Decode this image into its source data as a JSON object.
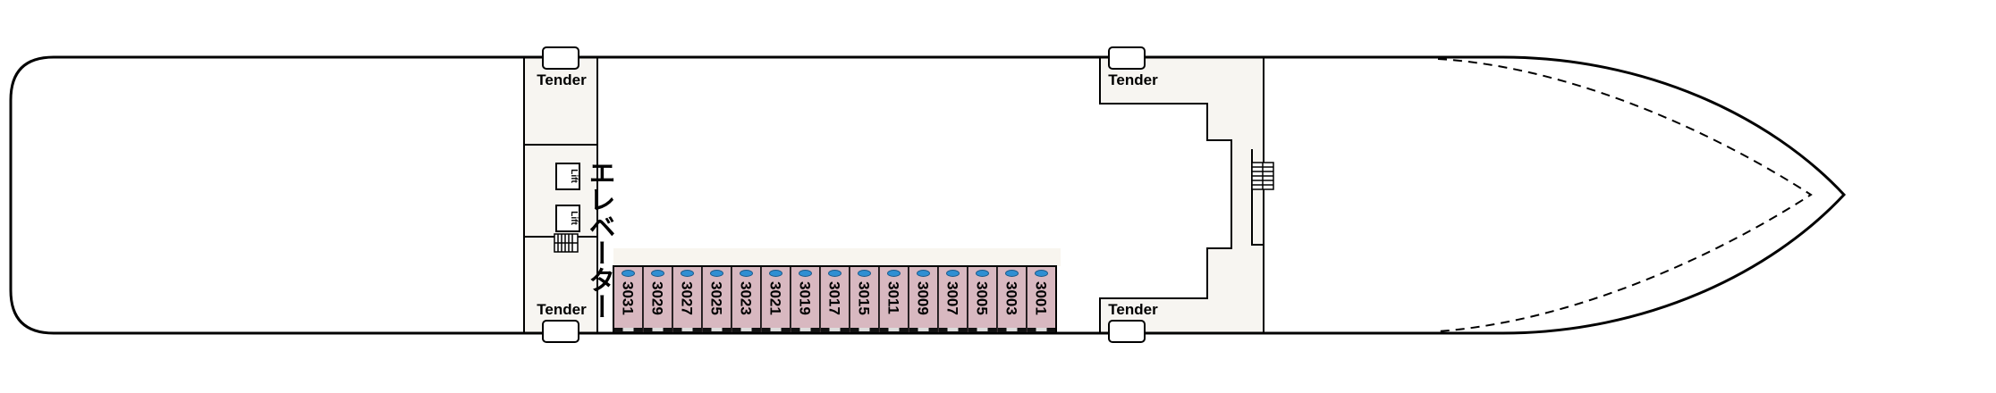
{
  "tender_label": "Tender",
  "lift_label": "Lift",
  "elevator_label": "エレベーター",
  "colors": {
    "hull": "#000000",
    "cabin_fill": "#d8b8c0",
    "service_fill": "#f7f5f1",
    "porthole": "#2f8fd2"
  },
  "cabins": [
    "3031",
    "3029",
    "3027",
    "3025",
    "3023",
    "3021",
    "3019",
    "3017",
    "3015",
    "3011",
    "3009",
    "3007",
    "3005",
    "3003",
    "3001"
  ]
}
